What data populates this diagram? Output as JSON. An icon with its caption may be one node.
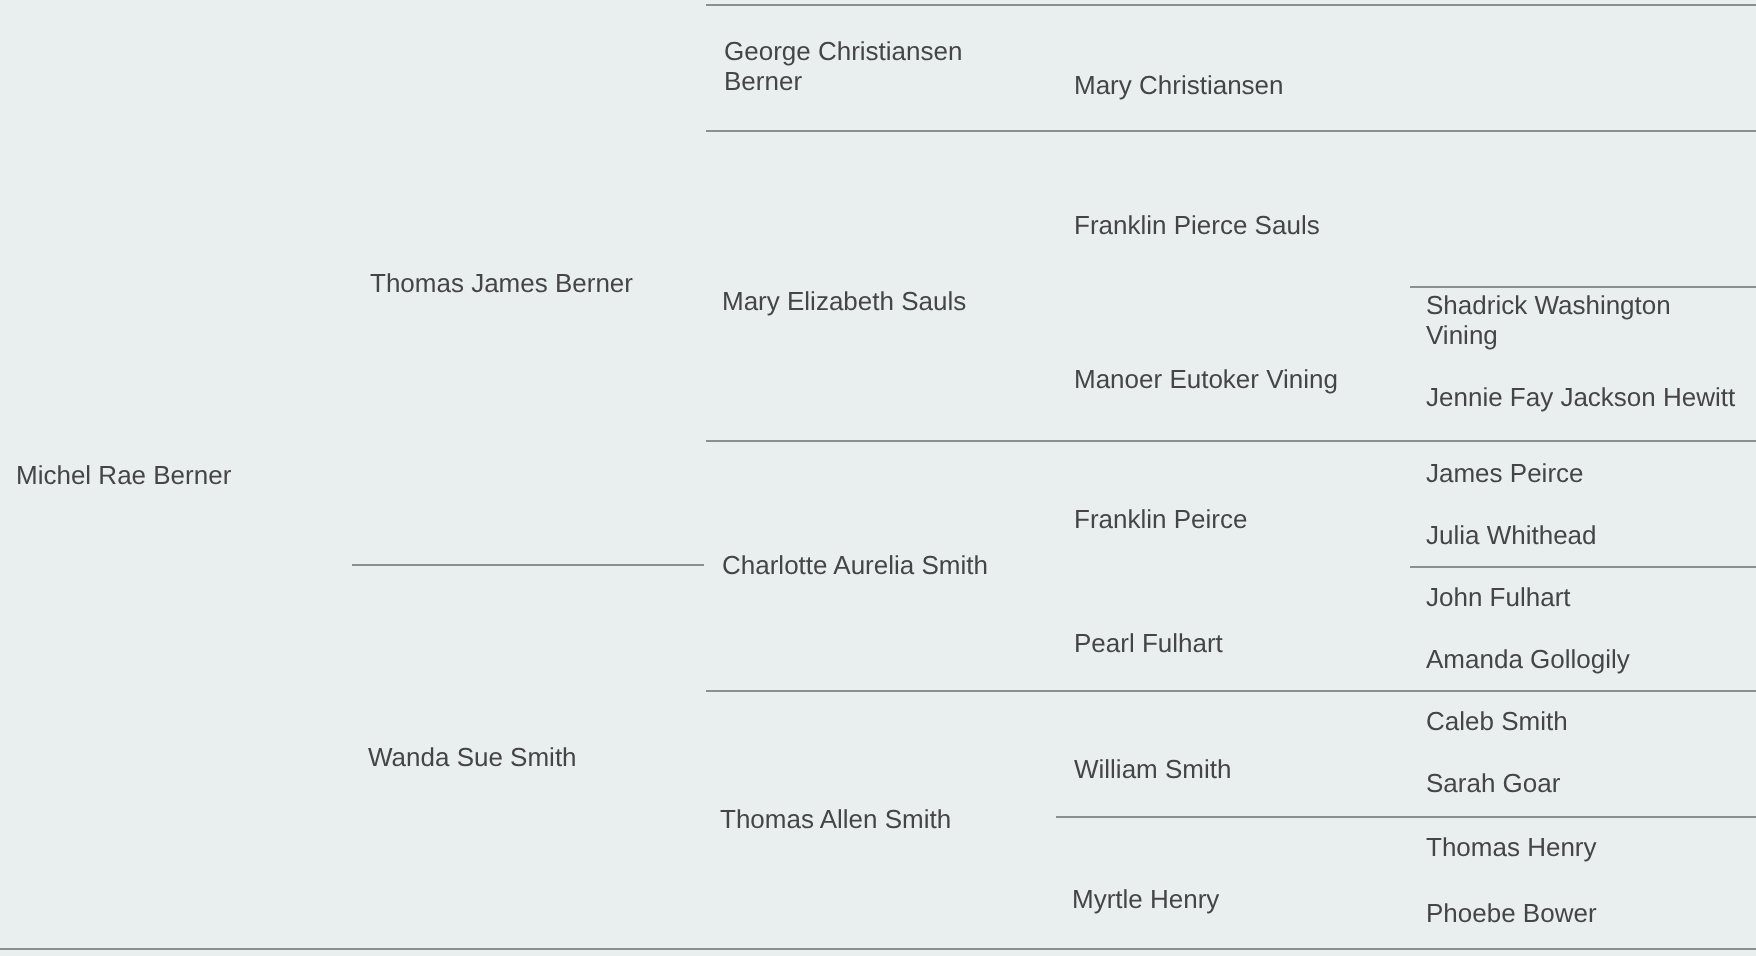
{
  "diagram": {
    "labels": [
      "Michel Rae Berner",
      "Thomas James Berner",
      "Wanda Sue Smith",
      "George Christiansen Berner",
      "Mary Elizabeth Sauls",
      "Charlotte Aurelia Smith",
      "Thomas Allen Smith",
      "Mary Christiansen",
      "Franklin Pierce Sauls",
      "Manoer Eutoker Vining",
      "Franklin Peirce",
      "Pearl Fulhart",
      "William Smith",
      "Myrtle Henry",
      "Shadrick Washington Vining",
      "Jennie Fay Jackson Hewitt",
      "James Peirce",
      "Julia Whithead",
      "John Fulhart",
      "Amanda Gollogily",
      "Caleb Smith",
      "Sarah Goar",
      "Thomas Henry",
      "Phoebe Bower"
    ]
  }
}
